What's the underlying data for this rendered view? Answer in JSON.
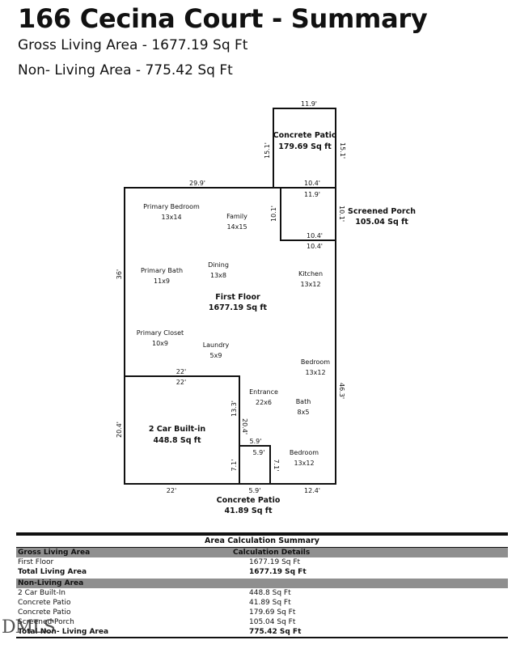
{
  "header": {
    "title": "166 Cecina Court - Summary",
    "gross_line": "Gross Living Area - 1677.19 Sq Ft",
    "non_living_line": "Non- Living Area - 775.42 Sq Ft"
  },
  "plan": {
    "dims": {
      "patio_top": "11.9'",
      "patio_left": "15.1'",
      "patio_right": "15.1'",
      "patio_bottom": "10.4'",
      "house_top": "29.9'",
      "porch_top": "11.9'",
      "porch_left": "10.1'",
      "porch_right": "10.1'",
      "porch_bottom": "10.4'",
      "porch_below": "10.4'",
      "house_left": "36'",
      "house_right": "46.3'",
      "garage_top_outer": "22'",
      "garage_top_inner": "22'",
      "garage_right": "13.3'",
      "garage_right_inner": "20.4'",
      "garage_left": "20.4'",
      "garage_bottom": "22'",
      "small_patio_top_outer": "5.9'",
      "small_patio_top_inner": "5.9'",
      "small_patio_left": "7.1'",
      "small_patio_right": "7.1'",
      "small_patio_bottom": "5.9'",
      "bedroom_bottom": "12.4'"
    },
    "rooms": {
      "primary_bedroom": "Primary Bedroom",
      "primary_bedroom_size": "13x14",
      "family": "Family",
      "family_size": "14x15",
      "primary_bath": "Primary Bath",
      "primary_bath_size": "11x9",
      "dining": "Dining",
      "dining_size": "13x8",
      "kitchen": "Kitchen",
      "kitchen_size": "13x12",
      "primary_closet": "Primary Closet",
      "primary_closet_size": "10x9",
      "laundry": "Laundry",
      "laundry_size": "5x9",
      "bedroom1": "Bedroom",
      "bedroom1_size": "13x12",
      "entrance": "Entrance",
      "entrance_size": "22x6",
      "bath": "Bath",
      "bath_size": "8x5",
      "bedroom2": "Bedroom",
      "bedroom2_size": "13x12"
    },
    "areas": {
      "first_floor": "First Floor",
      "first_floor_sqft": "1677.19 Sq ft",
      "patio_top": "Concrete Patio",
      "patio_top_sqft": "179.69 Sq ft",
      "screened_porch": "Screened Porch",
      "screened_porch_sqft": "105.04 Sq ft",
      "garage": "2 Car Built-in",
      "garage_sqft": "448.8 Sq ft",
      "patio_bottom": "Concrete Patio",
      "patio_bottom_sqft": "41.89 Sq ft"
    }
  },
  "summary": {
    "caption": "Area Calculation Summary",
    "living_header": "Gross Living Area",
    "details_header": "Calculation Details",
    "living_rows": [
      {
        "label": "First Floor",
        "value": "1677.19 Sq Ft"
      },
      {
        "label": "Total Living Area",
        "value": "1677.19 Sq Ft"
      }
    ],
    "non_living_header": "Non-Living Area",
    "non_living_rows": [
      {
        "label": "2 Car Built-In",
        "value": "448.8 Sq Ft"
      },
      {
        "label": "Concrete Patio",
        "value": "41.89 Sq Ft"
      },
      {
        "label": "Concrete Patio",
        "value": "179.69 Sq Ft"
      },
      {
        "label": "Screened Porch",
        "value": "105.04 Sq Ft"
      },
      {
        "label": "Total Non- Living Area",
        "value": "775.42 Sq Ft"
      }
    ]
  },
  "watermark": "DMLS"
}
